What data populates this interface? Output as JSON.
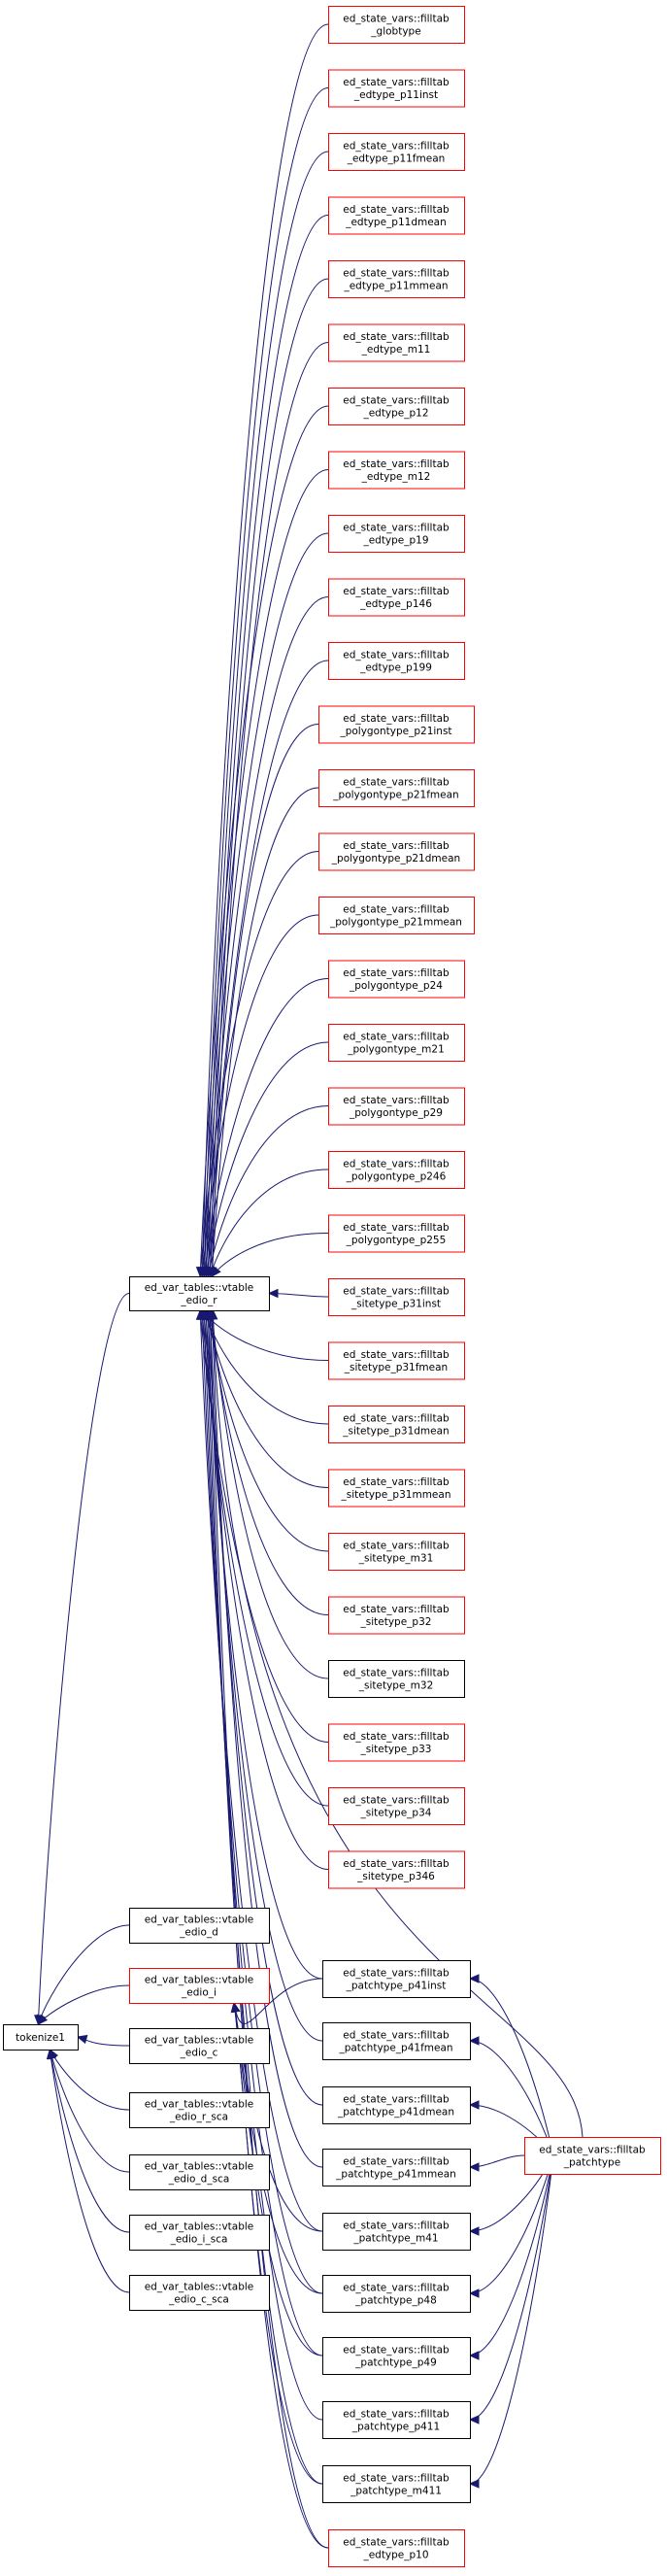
{
  "graph": {
    "title": "",
    "colors": {
      "edge": "#191970",
      "node_border_default": "#000000",
      "node_border_highlight": "#ff0000",
      "root_fill": "#bfbfbf"
    },
    "nodes": [
      {
        "id": "tokenize1",
        "lines": [
          "tokenize1"
        ],
        "border": "black",
        "root": true
      },
      {
        "id": "vtable_edio_r",
        "lines": [
          "ed_var_tables::vtable",
          "_edio_r"
        ],
        "border": "black"
      },
      {
        "id": "vtable_edio_d",
        "lines": [
          "ed_var_tables::vtable",
          "_edio_d"
        ],
        "border": "black"
      },
      {
        "id": "vtable_edio_i",
        "lines": [
          "ed_var_tables::vtable",
          "_edio_i"
        ],
        "border": "red"
      },
      {
        "id": "vtable_edio_c",
        "lines": [
          "ed_var_tables::vtable",
          "_edio_c"
        ],
        "border": "black"
      },
      {
        "id": "vtable_edio_r_sca",
        "lines": [
          "ed_var_tables::vtable",
          "_edio_r_sca"
        ],
        "border": "black"
      },
      {
        "id": "vtable_edio_d_sca",
        "lines": [
          "ed_var_tables::vtable",
          "_edio_d_sca"
        ],
        "border": "black"
      },
      {
        "id": "vtable_edio_i_sca",
        "lines": [
          "ed_var_tables::vtable",
          "_edio_i_sca"
        ],
        "border": "black"
      },
      {
        "id": "vtable_edio_c_sca",
        "lines": [
          "ed_var_tables::vtable",
          "_edio_c_sca"
        ],
        "border": "black"
      },
      {
        "id": "globtype",
        "lines": [
          "ed_state_vars::filltab",
          "_globtype"
        ],
        "border": "red"
      },
      {
        "id": "edtype_p11inst",
        "lines": [
          "ed_state_vars::filltab",
          "_edtype_p11inst"
        ],
        "border": "red"
      },
      {
        "id": "edtype_p11fmean",
        "lines": [
          "ed_state_vars::filltab",
          "_edtype_p11fmean"
        ],
        "border": "red"
      },
      {
        "id": "edtype_p11dmean",
        "lines": [
          "ed_state_vars::filltab",
          "_edtype_p11dmean"
        ],
        "border": "red"
      },
      {
        "id": "edtype_p11mmean",
        "lines": [
          "ed_state_vars::filltab",
          "_edtype_p11mmean"
        ],
        "border": "red"
      },
      {
        "id": "edtype_m11",
        "lines": [
          "ed_state_vars::filltab",
          "_edtype_m11"
        ],
        "border": "red"
      },
      {
        "id": "edtype_p12",
        "lines": [
          "ed_state_vars::filltab",
          "_edtype_p12"
        ],
        "border": "red"
      },
      {
        "id": "edtype_m12",
        "lines": [
          "ed_state_vars::filltab",
          "_edtype_m12"
        ],
        "border": "red"
      },
      {
        "id": "edtype_p19",
        "lines": [
          "ed_state_vars::filltab",
          "_edtype_p19"
        ],
        "border": "red"
      },
      {
        "id": "edtype_p146",
        "lines": [
          "ed_state_vars::filltab",
          "_edtype_p146"
        ],
        "border": "red"
      },
      {
        "id": "edtype_p199",
        "lines": [
          "ed_state_vars::filltab",
          "_edtype_p199"
        ],
        "border": "red"
      },
      {
        "id": "polygontype_p21inst",
        "lines": [
          "ed_state_vars::filltab",
          "_polygontype_p21inst"
        ],
        "border": "red"
      },
      {
        "id": "polygontype_p21fmean",
        "lines": [
          "ed_state_vars::filltab",
          "_polygontype_p21fmean"
        ],
        "border": "red"
      },
      {
        "id": "polygontype_p21dmean",
        "lines": [
          "ed_state_vars::filltab",
          "_polygontype_p21dmean"
        ],
        "border": "red"
      },
      {
        "id": "polygontype_p21mmean",
        "lines": [
          "ed_state_vars::filltab",
          "_polygontype_p21mmean"
        ],
        "border": "red"
      },
      {
        "id": "polygontype_p24",
        "lines": [
          "ed_state_vars::filltab",
          "_polygontype_p24"
        ],
        "border": "red"
      },
      {
        "id": "polygontype_m21",
        "lines": [
          "ed_state_vars::filltab",
          "_polygontype_m21"
        ],
        "border": "red"
      },
      {
        "id": "polygontype_p29",
        "lines": [
          "ed_state_vars::filltab",
          "_polygontype_p29"
        ],
        "border": "red"
      },
      {
        "id": "polygontype_p246",
        "lines": [
          "ed_state_vars::filltab",
          "_polygontype_p246"
        ],
        "border": "red"
      },
      {
        "id": "polygontype_p255",
        "lines": [
          "ed_state_vars::filltab",
          "_polygontype_p255"
        ],
        "border": "red"
      },
      {
        "id": "sitetype_p31inst",
        "lines": [
          "ed_state_vars::filltab",
          "_sitetype_p31inst"
        ],
        "border": "red"
      },
      {
        "id": "sitetype_p31fmean",
        "lines": [
          "ed_state_vars::filltab",
          "_sitetype_p31fmean"
        ],
        "border": "red"
      },
      {
        "id": "sitetype_p31dmean",
        "lines": [
          "ed_state_vars::filltab",
          "_sitetype_p31dmean"
        ],
        "border": "red"
      },
      {
        "id": "sitetype_p31mmean",
        "lines": [
          "ed_state_vars::filltab",
          "_sitetype_p31mmean"
        ],
        "border": "red"
      },
      {
        "id": "sitetype_m31",
        "lines": [
          "ed_state_vars::filltab",
          "_sitetype_m31"
        ],
        "border": "red"
      },
      {
        "id": "sitetype_p32",
        "lines": [
          "ed_state_vars::filltab",
          "_sitetype_p32"
        ],
        "border": "red"
      },
      {
        "id": "sitetype_m32",
        "lines": [
          "ed_state_vars::filltab",
          "_sitetype_m32"
        ],
        "border": "black"
      },
      {
        "id": "sitetype_p33",
        "lines": [
          "ed_state_vars::filltab",
          "_sitetype_p33"
        ],
        "border": "red"
      },
      {
        "id": "sitetype_p34",
        "lines": [
          "ed_state_vars::filltab",
          "_sitetype_p34"
        ],
        "border": "red"
      },
      {
        "id": "sitetype_p346",
        "lines": [
          "ed_state_vars::filltab",
          "_sitetype_p346"
        ],
        "border": "red"
      },
      {
        "id": "patchtype_p41inst",
        "lines": [
          "ed_state_vars::filltab",
          "_patchtype_p41inst"
        ],
        "border": "black"
      },
      {
        "id": "patchtype_p41fmean",
        "lines": [
          "ed_state_vars::filltab",
          "_patchtype_p41fmean"
        ],
        "border": "black"
      },
      {
        "id": "patchtype_p41dmean",
        "lines": [
          "ed_state_vars::filltab",
          "_patchtype_p41dmean"
        ],
        "border": "black"
      },
      {
        "id": "patchtype_p41mmean",
        "lines": [
          "ed_state_vars::filltab",
          "_patchtype_p41mmean"
        ],
        "border": "black"
      },
      {
        "id": "patchtype_m41",
        "lines": [
          "ed_state_vars::filltab",
          "_patchtype_m41"
        ],
        "border": "black"
      },
      {
        "id": "patchtype_p48",
        "lines": [
          "ed_state_vars::filltab",
          "_patchtype_p48"
        ],
        "border": "black"
      },
      {
        "id": "patchtype_p49",
        "lines": [
          "ed_state_vars::filltab",
          "_patchtype_p49"
        ],
        "border": "black"
      },
      {
        "id": "patchtype_p411",
        "lines": [
          "ed_state_vars::filltab",
          "_patchtype_p411"
        ],
        "border": "black"
      },
      {
        "id": "patchtype_m411",
        "lines": [
          "ed_state_vars::filltab",
          "_patchtype_m411"
        ],
        "border": "black"
      },
      {
        "id": "edtype_p10",
        "lines": [
          "ed_state_vars::filltab",
          "_edtype_p10"
        ],
        "border": "red"
      },
      {
        "id": "patchtype",
        "lines": [
          "ed_state_vars::filltab",
          "_patchtype"
        ],
        "border": "red"
      }
    ],
    "edges": [
      [
        "vtable_edio_r",
        "tokenize1"
      ],
      [
        "vtable_edio_d",
        "tokenize1"
      ],
      [
        "vtable_edio_i",
        "tokenize1"
      ],
      [
        "vtable_edio_c",
        "tokenize1"
      ],
      [
        "vtable_edio_r_sca",
        "tokenize1"
      ],
      [
        "vtable_edio_d_sca",
        "tokenize1"
      ],
      [
        "vtable_edio_i_sca",
        "tokenize1"
      ],
      [
        "vtable_edio_c_sca",
        "tokenize1"
      ],
      [
        "globtype",
        "vtable_edio_r"
      ],
      [
        "edtype_p11inst",
        "vtable_edio_r"
      ],
      [
        "edtype_p11fmean",
        "vtable_edio_r"
      ],
      [
        "edtype_p11dmean",
        "vtable_edio_r"
      ],
      [
        "edtype_p11mmean",
        "vtable_edio_r"
      ],
      [
        "edtype_m11",
        "vtable_edio_r"
      ],
      [
        "edtype_p12",
        "vtable_edio_r"
      ],
      [
        "edtype_m12",
        "vtable_edio_r"
      ],
      [
        "edtype_p19",
        "vtable_edio_r"
      ],
      [
        "edtype_p146",
        "vtable_edio_r"
      ],
      [
        "edtype_p199",
        "vtable_edio_r"
      ],
      [
        "polygontype_p21inst",
        "vtable_edio_r"
      ],
      [
        "polygontype_p21fmean",
        "vtable_edio_r"
      ],
      [
        "polygontype_p21dmean",
        "vtable_edio_r"
      ],
      [
        "polygontype_p21mmean",
        "vtable_edio_r"
      ],
      [
        "polygontype_p24",
        "vtable_edio_r"
      ],
      [
        "polygontype_m21",
        "vtable_edio_r"
      ],
      [
        "polygontype_p29",
        "vtable_edio_r"
      ],
      [
        "polygontype_p246",
        "vtable_edio_r"
      ],
      [
        "polygontype_p255",
        "vtable_edio_r"
      ],
      [
        "sitetype_p31inst",
        "vtable_edio_r"
      ],
      [
        "sitetype_p31fmean",
        "vtable_edio_r"
      ],
      [
        "sitetype_p31dmean",
        "vtable_edio_r"
      ],
      [
        "sitetype_p31mmean",
        "vtable_edio_r"
      ],
      [
        "sitetype_m31",
        "vtable_edio_r"
      ],
      [
        "sitetype_p32",
        "vtable_edio_r"
      ],
      [
        "sitetype_m32",
        "vtable_edio_r"
      ],
      [
        "sitetype_p33",
        "vtable_edio_r"
      ],
      [
        "sitetype_p34",
        "vtable_edio_r"
      ],
      [
        "sitetype_p346",
        "vtable_edio_r"
      ],
      [
        "patchtype_p41inst",
        "vtable_edio_r"
      ],
      [
        "patchtype_p41fmean",
        "vtable_edio_r"
      ],
      [
        "patchtype_p41dmean",
        "vtable_edio_r"
      ],
      [
        "patchtype_p41mmean",
        "vtable_edio_r"
      ],
      [
        "patchtype_m41",
        "vtable_edio_r"
      ],
      [
        "patchtype_p48",
        "vtable_edio_r"
      ],
      [
        "patchtype_p49",
        "vtable_edio_r"
      ],
      [
        "patchtype_p411",
        "vtable_edio_r"
      ],
      [
        "patchtype_m411",
        "vtable_edio_r"
      ],
      [
        "edtype_p10",
        "vtable_edio_r"
      ],
      [
        "patchtype",
        "vtable_edio_r"
      ],
      [
        "patchtype_p41inst",
        "vtable_edio_i"
      ],
      [
        "patchtype_m41",
        "vtable_edio_i"
      ],
      [
        "patchtype_p48",
        "vtable_edio_i"
      ],
      [
        "patchtype_p49",
        "vtable_edio_i"
      ],
      [
        "patchtype_m411",
        "vtable_edio_i"
      ],
      [
        "edtype_p10",
        "vtable_edio_i"
      ],
      [
        "patchtype",
        "patchtype_p41inst"
      ],
      [
        "patchtype",
        "patchtype_p41fmean"
      ],
      [
        "patchtype",
        "patchtype_p41dmean"
      ],
      [
        "patchtype",
        "patchtype_p41mmean"
      ],
      [
        "patchtype",
        "patchtype_m41"
      ],
      [
        "patchtype",
        "patchtype_p48"
      ],
      [
        "patchtype",
        "patchtype_p49"
      ],
      [
        "patchtype",
        "patchtype_p411"
      ],
      [
        "patchtype",
        "patchtype_m411"
      ]
    ]
  }
}
